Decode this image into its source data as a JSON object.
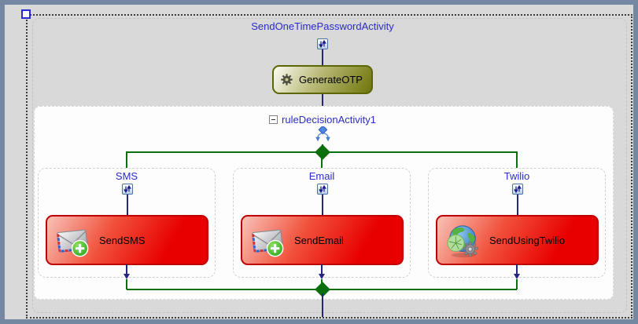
{
  "designer": {
    "workflow_title": "SendOneTimePasswordActivity",
    "generate_otp": {
      "label": "GenerateOTP",
      "icon": "gear-icon"
    },
    "decision": {
      "label": "ruleDecisionActivity1",
      "icon": "decision-branch-icon"
    },
    "branches": [
      {
        "title": "SMS",
        "activity": {
          "label": "SendSMS",
          "icon": "envelope-add-icon"
        }
      },
      {
        "title": "Email",
        "activity": {
          "label": "SendEmail",
          "icon": "envelope-add-icon"
        }
      },
      {
        "title": "Twilio",
        "activity": {
          "label": "SendUsingTwilio",
          "icon": "globe-gear-icon"
        }
      }
    ],
    "colors": {
      "window_frame": "#7488A2",
      "workspace": "#D9D9D9",
      "panel_white": "#FDFDFD",
      "activity_red": "#E80000",
      "activity_red_border": "#C00000",
      "activity_olive": "#6F760A",
      "connector_navy": "#252580",
      "connector_green": "#0B6F0B",
      "activity_title_blue": "#2B2BC8",
      "selection_dotted": "#3A3A3A"
    }
  }
}
